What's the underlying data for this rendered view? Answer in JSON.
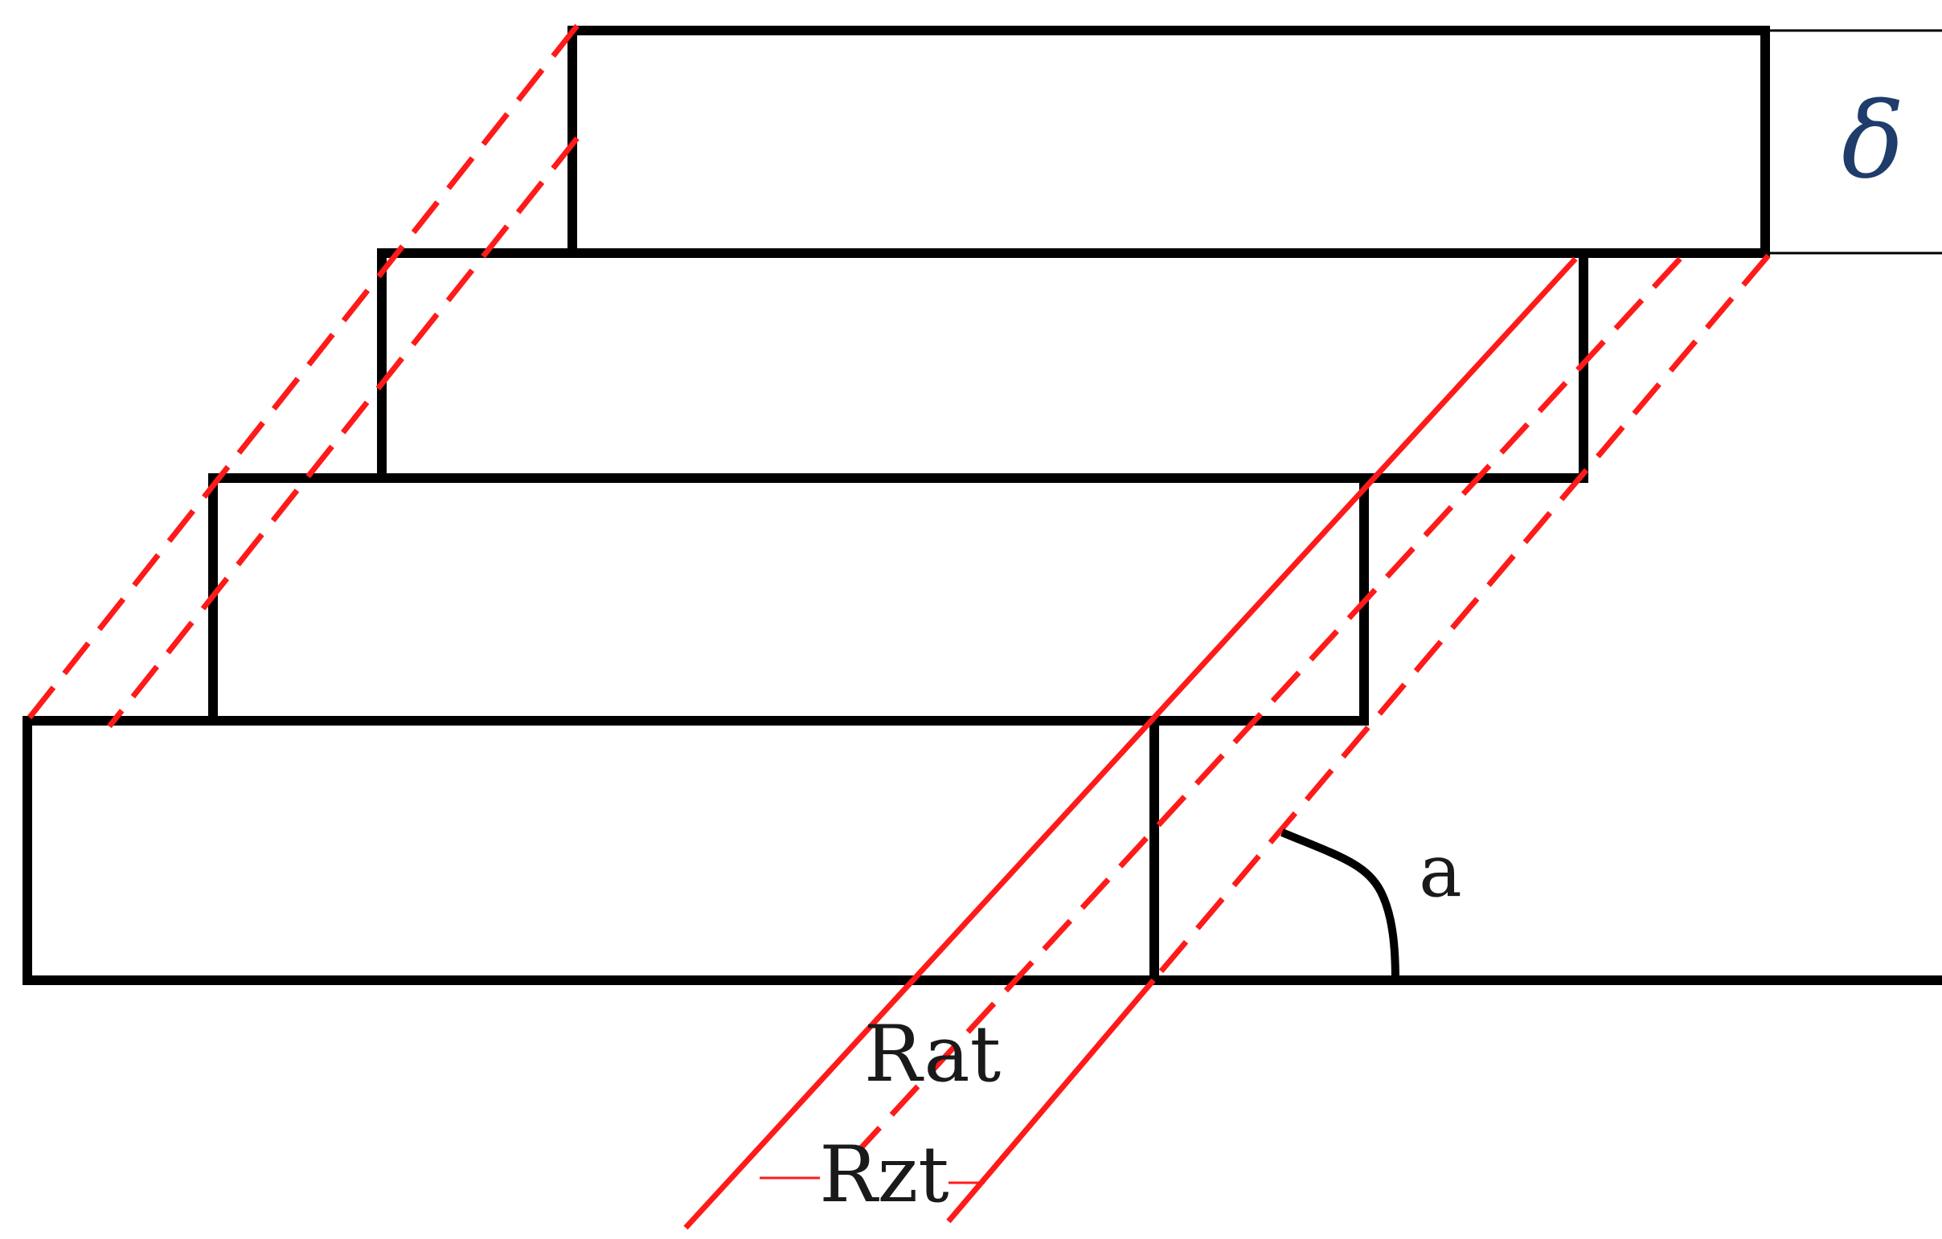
{
  "diagram": {
    "labels": {
      "thickness": "δ",
      "angle": "a",
      "ra": "Rat",
      "rz": "Rzt"
    }
  }
}
